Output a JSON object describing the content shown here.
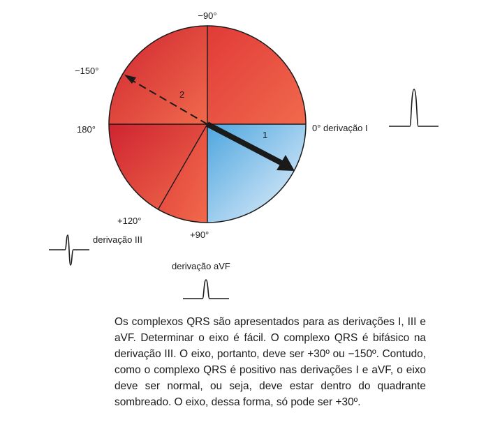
{
  "diagram": {
    "labels": {
      "minus90": "−90°",
      "minus150": "−150°",
      "deg180": "180°",
      "deg0_lead1": "0° derivação I",
      "plus120": "+120°",
      "plus90": "+90°",
      "lead3": "derivação III",
      "avf": "derivação aVF",
      "vector1": "1",
      "vector2": "2"
    },
    "colors": {
      "red_dark": "#d42a2f",
      "red_light": "#ef6248",
      "blue_dark": "#55abe0",
      "blue_light": "#e8f2fb",
      "outline": "#1a1a1a"
    },
    "vectors": [
      {
        "label": "1",
        "angle_deg": 30,
        "style": "solid-thick-arrow"
      },
      {
        "label": "2",
        "angle_deg": -150,
        "style": "dashed-arrow"
      }
    ],
    "sector_dividers_deg": [
      0,
      -90,
      180,
      90,
      120
    ],
    "shaded_quadrant": "0° to +90°"
  },
  "caption": {
    "text": "Os complexos QRS são apresentados para as derivações I, III e aVF. Determinar o eixo é fácil. O complexo QRS é bifásico na derivação III. O eixo, portanto, deve ser +30º ou −150º. Contudo, como o complexo QRS é positivo nas derivações I e aVF, o eixo deve ser normal, ou seja, deve estar dentro do quadrante sombreado. O eixo, dessa forma, só pode ser +30º."
  }
}
